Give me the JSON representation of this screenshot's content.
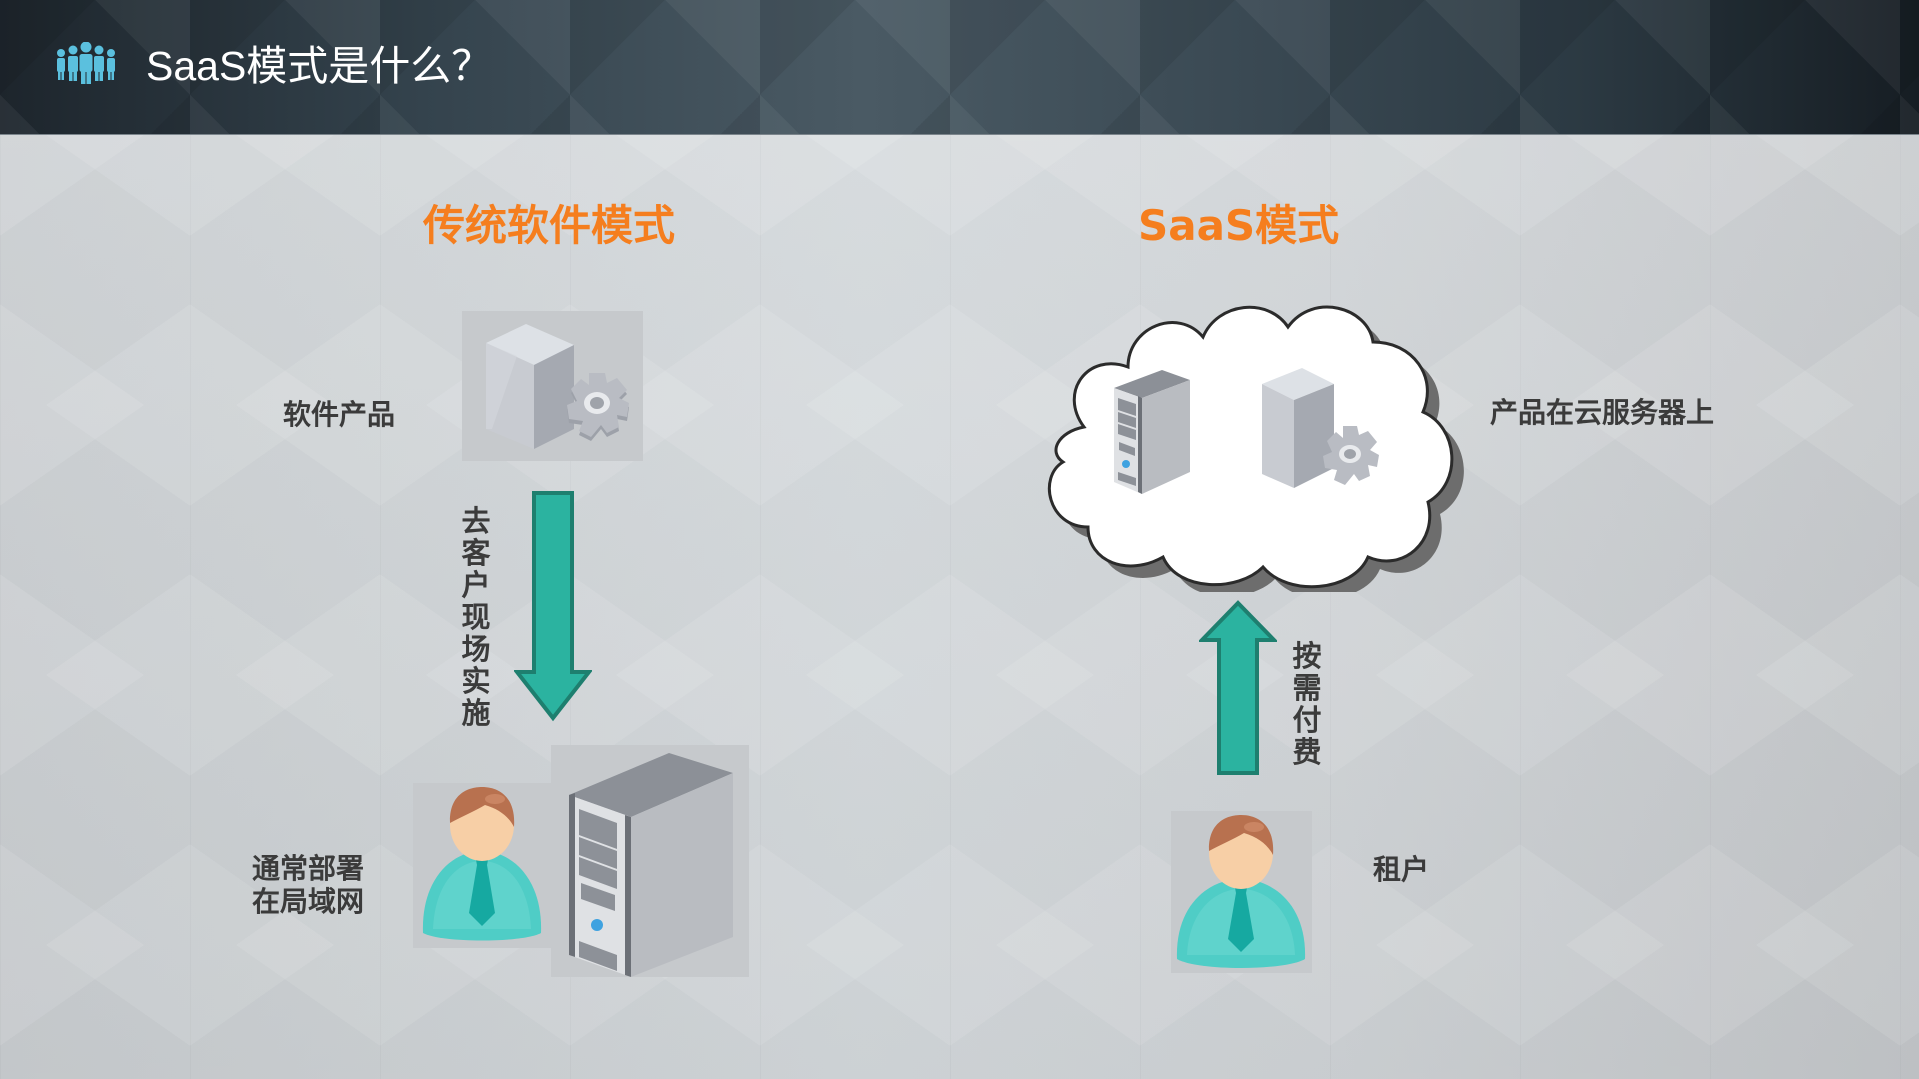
{
  "header": {
    "icon": "people-group-icon",
    "title": "SaaS模式是什么？"
  },
  "traditional": {
    "title": "传统软件模式",
    "product_label": "软件产品",
    "product_icon": "software-box-gear-icon",
    "arrow_label": "去客户现场实施",
    "arrow_icon": "arrow-down-icon",
    "deploy_label_line1": "通常部署",
    "deploy_label_line2": "在局域网",
    "user_icon": "user-icon",
    "server_icon": "server-tower-icon"
  },
  "saas": {
    "title": "SaaS模式",
    "cloud_icon": "cloud-icon",
    "cloud_label": "产品在云服务器上",
    "arrow_label": "按需付费",
    "arrow_icon": "arrow-up-icon",
    "tenant_label": "租户",
    "user_icon": "user-icon"
  },
  "colors": {
    "accent_orange": "#f57e1e",
    "arrow_teal": "#2bb3a0",
    "arrow_border": "#1e7f6f",
    "icon_blue": "#5bc0de",
    "label_text": "#3b3b3b"
  }
}
